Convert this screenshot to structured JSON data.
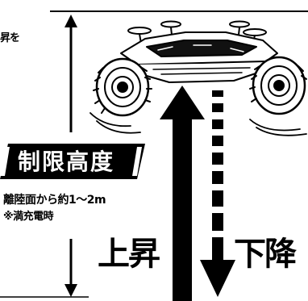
{
  "texts": {
    "intro_fragment": "昇を",
    "badge": "制限高度",
    "altitude_range": "離陸面から約1～2m",
    "note": "※満充電時",
    "ascend": "上昇",
    "descend": "下降"
  }
}
